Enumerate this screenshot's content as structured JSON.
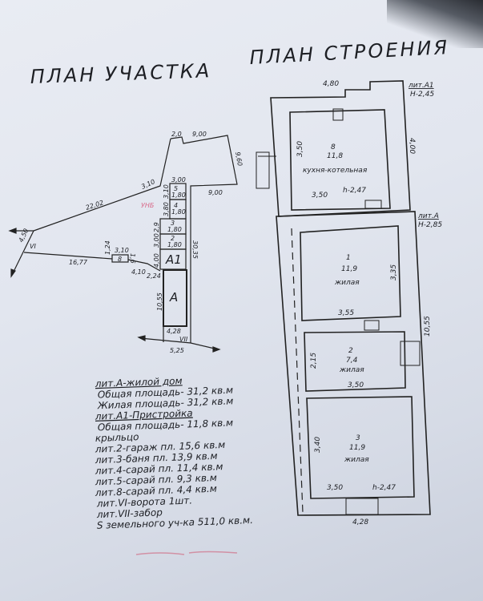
{
  "titles": {
    "site_plan": "ПЛАН УЧАСТКА",
    "building_plan": "ПЛАН СТРОЕНИЯ"
  },
  "site": {
    "d_2_0": "2,0",
    "d_9_00_top": "9,00",
    "d_9_60": "9,60",
    "d_3_10_diag": "3,10",
    "d_22_02": "22,02",
    "d_3_00_top": "3,00",
    "d_9_00_mid": "9,00",
    "d_30_35": "30,35",
    "d_3_10_v": "3,10",
    "d_3_80": "3,80",
    "d_2_9": "2,9",
    "d_3_00_v": "3,00",
    "d_4_00": "4,00",
    "d_2_24": "2,24",
    "d_10_55": "10,55",
    "d_4_28": "4,28",
    "d_5_25": "5,25",
    "d_4_50": "4,50",
    "d_16_77": "16,77",
    "d_1_24": "1,24",
    "d_3_10_shed": "3,10",
    "d_1_6": "1,6",
    "d_4_10": "4,10",
    "b5": "5",
    "b5_w": "1,80",
    "b4": "4",
    "b4_w": "1,80",
    "b3": "3",
    "b3_w": "1,80",
    "b2": "2",
    "b2_w": "1,80",
    "bA1": "A1",
    "bA": "A",
    "b8": "8",
    "gate": "VI",
    "fence": "VII",
    "stamp": "УНБ"
  },
  "building": {
    "d_4_80": "4,80",
    "litA1": "лит.А1",
    "hA1": "Н-2,45",
    "d_4_00": "4,00",
    "d_3_50_k": "3,50",
    "k_num": "8",
    "k_area": "11,8",
    "k_name": "кухня-котельная",
    "d_3_50_kb": "3,50",
    "k_h": "h-2,47",
    "litA": "лит.А",
    "hA": "Н-2,85",
    "r1_num": "1",
    "r1_area": "11,9",
    "r1_name": "жилая",
    "d_3_35": "3,35",
    "d_3_55": "3,55",
    "d_10_55": "10,55",
    "r2_num": "2",
    "r2_area": "7,4",
    "r2_name": "жилая",
    "d_2_15": "2,15",
    "d_3_50_r2": "3,50",
    "r3_num": "3",
    "r3_area": "11,9",
    "r3_name": "жилая",
    "d_3_40": "3,40",
    "d_3_50_r3": "3,50",
    "r3_h": "h-2,47",
    "d_4_28": "4,28"
  },
  "legend": [
    "лит.А-жилой дом",
    "Общая площадь- 31,2 кв.м",
    "Жилая площадь- 31,2 кв.м",
    "лит.А1-Пристройка",
    "Общая площадь- 11,8 кв.м",
    "крыльцо",
    "лит.2-гараж пл. 15,6 кв.м",
    "лит.3-баня пл. 13,9 кв.м",
    "лит.4-сарай пл. 11,4 кв.м",
    "лит.5-сарай пл. 9,3 кв.м",
    "лит.8-сарай пл. 4,4 кв.м",
    "лит.VI-ворота 1шт.",
    "лит.VII-забор",
    "S земельного уч-ка 511,0 кв.м."
  ]
}
